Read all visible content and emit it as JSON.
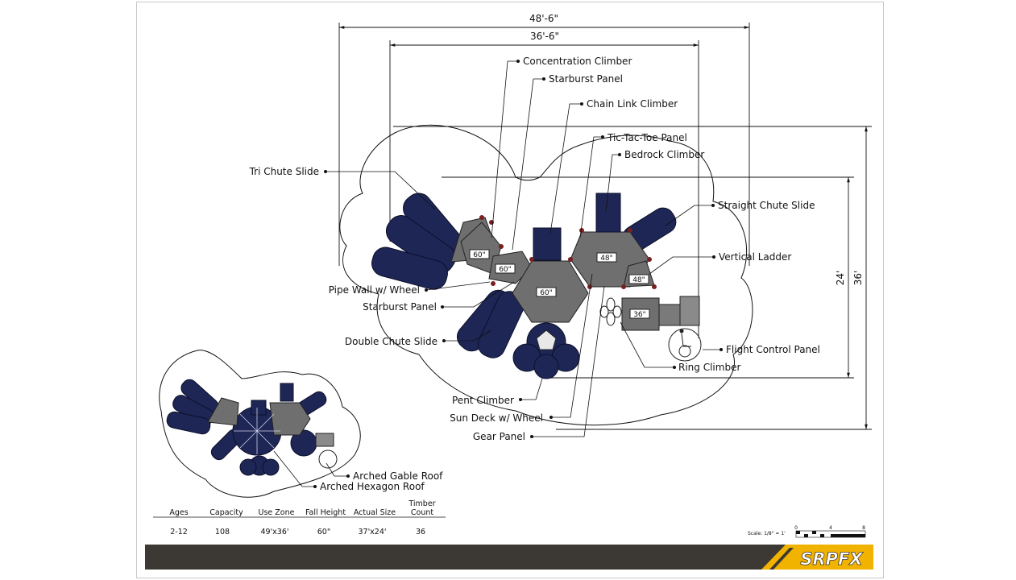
{
  "dimensions": {
    "overall_width": "48'-6\"",
    "structure_width": "36'-6\"",
    "structure_depth": "24'",
    "overall_depth": "36'"
  },
  "labels": {
    "concentration_climber": "Concentration Climber",
    "starburst_panel_top": "Starburst Panel",
    "chain_link_climber": "Chain Link Climber",
    "tic_tac_toe_panel": "Tic-Tac-Toe Panel",
    "bedrock_climber": "Bedrock Climber",
    "tri_chute_slide": "Tri Chute Slide",
    "straight_chute_slide": "Straight Chute Slide",
    "vertical_ladder": "Vertical Ladder",
    "pipe_wall": "Pipe Wall w/ Wheel",
    "starburst_panel_bottom": "Starburst Panel",
    "double_chute_slide": "Double Chute Slide",
    "flight_control_panel": "Flight Control Panel",
    "ring_climber": "Ring Climber",
    "pent_climber": "Pent Climber",
    "sun_deck": "Sun Deck w/ Wheel",
    "gear_panel": "Gear Panel",
    "arched_gable_roof": "Arched Gable Roof",
    "arched_hexagon_roof": "Arched Hexagon Roof"
  },
  "platforms": {
    "p1": "60\"",
    "p2": "60\"",
    "p3": "60\"",
    "p4": "48\"",
    "p5": "48\"",
    "p6": "36\""
  },
  "specs": {
    "headers": [
      "Ages",
      "Capacity",
      "Use Zone",
      "Fall Height",
      "Actual Size",
      "Timber",
      "Count"
    ],
    "values": [
      "2-12",
      "108",
      "49'x36'",
      "60\"",
      "37'x24'",
      "36"
    ]
  },
  "scale": {
    "label": "Scale: 1/8\" = 1'",
    "ticks": [
      "0",
      "4",
      "8"
    ]
  },
  "brand": {
    "logo_text": "SRPFX",
    "accent": "#f2b300",
    "bar_color": "#3c3833"
  },
  "colors": {
    "slide_blue": "#1e2656",
    "deck_gray": "#6f6f6f",
    "post_red": "#7a1f1f"
  }
}
